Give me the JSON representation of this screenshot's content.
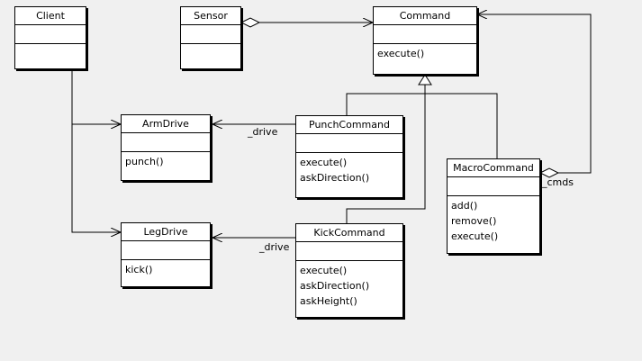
{
  "classes": {
    "client": {
      "name": "Client",
      "operations": []
    },
    "sensor": {
      "name": "Sensor",
      "operations": []
    },
    "command": {
      "name": "Command",
      "operations": [
        "execute()"
      ]
    },
    "arm_drive": {
      "name": "ArmDrive",
      "operations": [
        "punch()"
      ]
    },
    "punch_command": {
      "name": "PunchCommand",
      "operations": [
        "execute()",
        "askDirection()"
      ]
    },
    "macro_command": {
      "name": "MacroCommand",
      "operations": [
        "add()",
        "remove()",
        "execute()"
      ]
    },
    "leg_drive": {
      "name": "LegDrive",
      "operations": [
        "kick()"
      ]
    },
    "kick_command": {
      "name": "KickCommand",
      "operations": [
        "execute()",
        "askDirection()",
        "askHeight()"
      ]
    }
  },
  "roles": {
    "punch_drive": "_drive",
    "kick_drive": "_drive",
    "macro_cmds": "_cmds"
  },
  "relations": [
    {
      "from": "Sensor",
      "to": "Command",
      "kind": "aggregation"
    },
    {
      "from": "Client",
      "to": "ArmDrive",
      "kind": "association"
    },
    {
      "from": "Client",
      "to": "LegDrive",
      "kind": "association"
    },
    {
      "from": "PunchCommand",
      "to": "ArmDrive",
      "kind": "association"
    },
    {
      "from": "KickCommand",
      "to": "LegDrive",
      "kind": "association"
    },
    {
      "from": "PunchCommand",
      "to": "Command",
      "kind": "generalization"
    },
    {
      "from": "KickCommand",
      "to": "Command",
      "kind": "generalization"
    },
    {
      "from": "MacroCommand",
      "to": "Command",
      "kind": "generalization"
    },
    {
      "from": "MacroCommand",
      "to": "Command",
      "kind": "aggregation"
    }
  ]
}
